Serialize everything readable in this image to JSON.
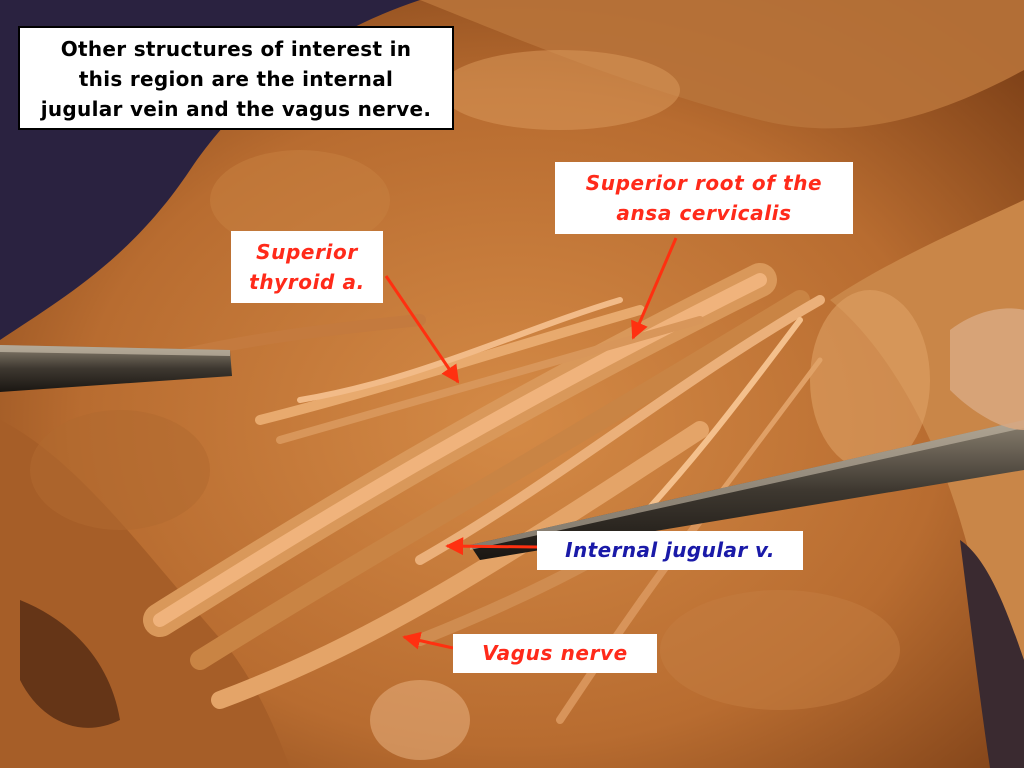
{
  "slide": {
    "info_text_lines": [
      "Other structures of interest in",
      "this region are the internal",
      "jugular vein and the vagus nerve."
    ],
    "labels": {
      "ansa_cervicalis": [
        "Superior root of the",
        "ansa cervicalis"
      ],
      "superior_thyroid": [
        "Superior",
        "thyroid a."
      ],
      "internal_jugular": "Internal jugular v.",
      "vagus_nerve": "Vagus nerve"
    }
  },
  "colors": {
    "label_red": "#ff2a1a",
    "label_blue": "#1a1aa8",
    "arrow_red": "#ff3010",
    "background_purple": "#2a2240",
    "tissue_tan": "#c47a3c"
  }
}
